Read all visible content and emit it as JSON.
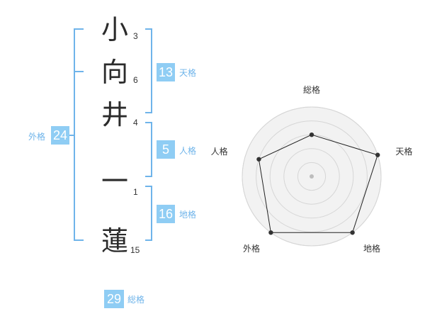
{
  "name_chars": [
    {
      "char": "小",
      "strokes": "3"
    },
    {
      "char": "向",
      "strokes": "6"
    },
    {
      "char": "井",
      "strokes": "4"
    },
    {
      "char": "一",
      "strokes": "1"
    },
    {
      "char": "蓮",
      "strokes": "15"
    }
  ],
  "fortunes": {
    "tenkaku": {
      "value": "13",
      "label": "天格"
    },
    "jinkaku": {
      "value": "5",
      "label": "人格"
    },
    "chikaku": {
      "value": "16",
      "label": "地格"
    },
    "gaikaku": {
      "value": "24",
      "label": "外格"
    },
    "soukaku": {
      "value": "29",
      "label": "総格"
    }
  },
  "colors": {
    "accent": "#8fcdf4",
    "bracket": "#6fb4ea"
  },
  "chart_data": {
    "type": "radar",
    "axes": [
      "総格",
      "天格",
      "地格",
      "外格",
      "人格"
    ],
    "values": [
      3,
      5,
      5,
      5,
      4
    ],
    "range": [
      0,
      5
    ],
    "rings": 5,
    "grid": true
  }
}
